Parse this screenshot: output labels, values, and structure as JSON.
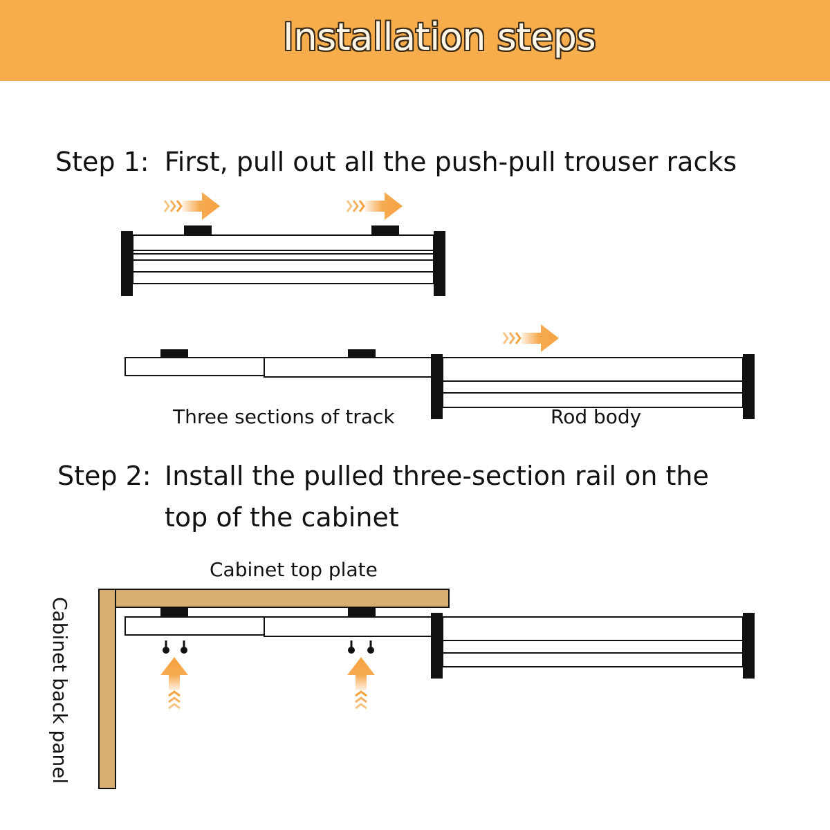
{
  "header": {
    "title": "Installation steps",
    "background_color": "#f8ad4c"
  },
  "steps": [
    {
      "number_label": "Step 1:",
      "text": "First, pull out all the push-pull trouser racks"
    },
    {
      "number_label": "Step 2:",
      "text_line1": "Install the pulled three-section rail on  the",
      "text_line2": "top of the cabinet"
    }
  ],
  "labels": {
    "track_sections": "Three sections of track",
    "rod_body": "Rod body",
    "cabinet_top_plate": "Cabinet top plate",
    "cabinet_back_panel": "Cabinet back panel"
  },
  "colors": {
    "arrow": "#f5a23f",
    "wood": "#d9ac72",
    "outline": "#111111"
  }
}
